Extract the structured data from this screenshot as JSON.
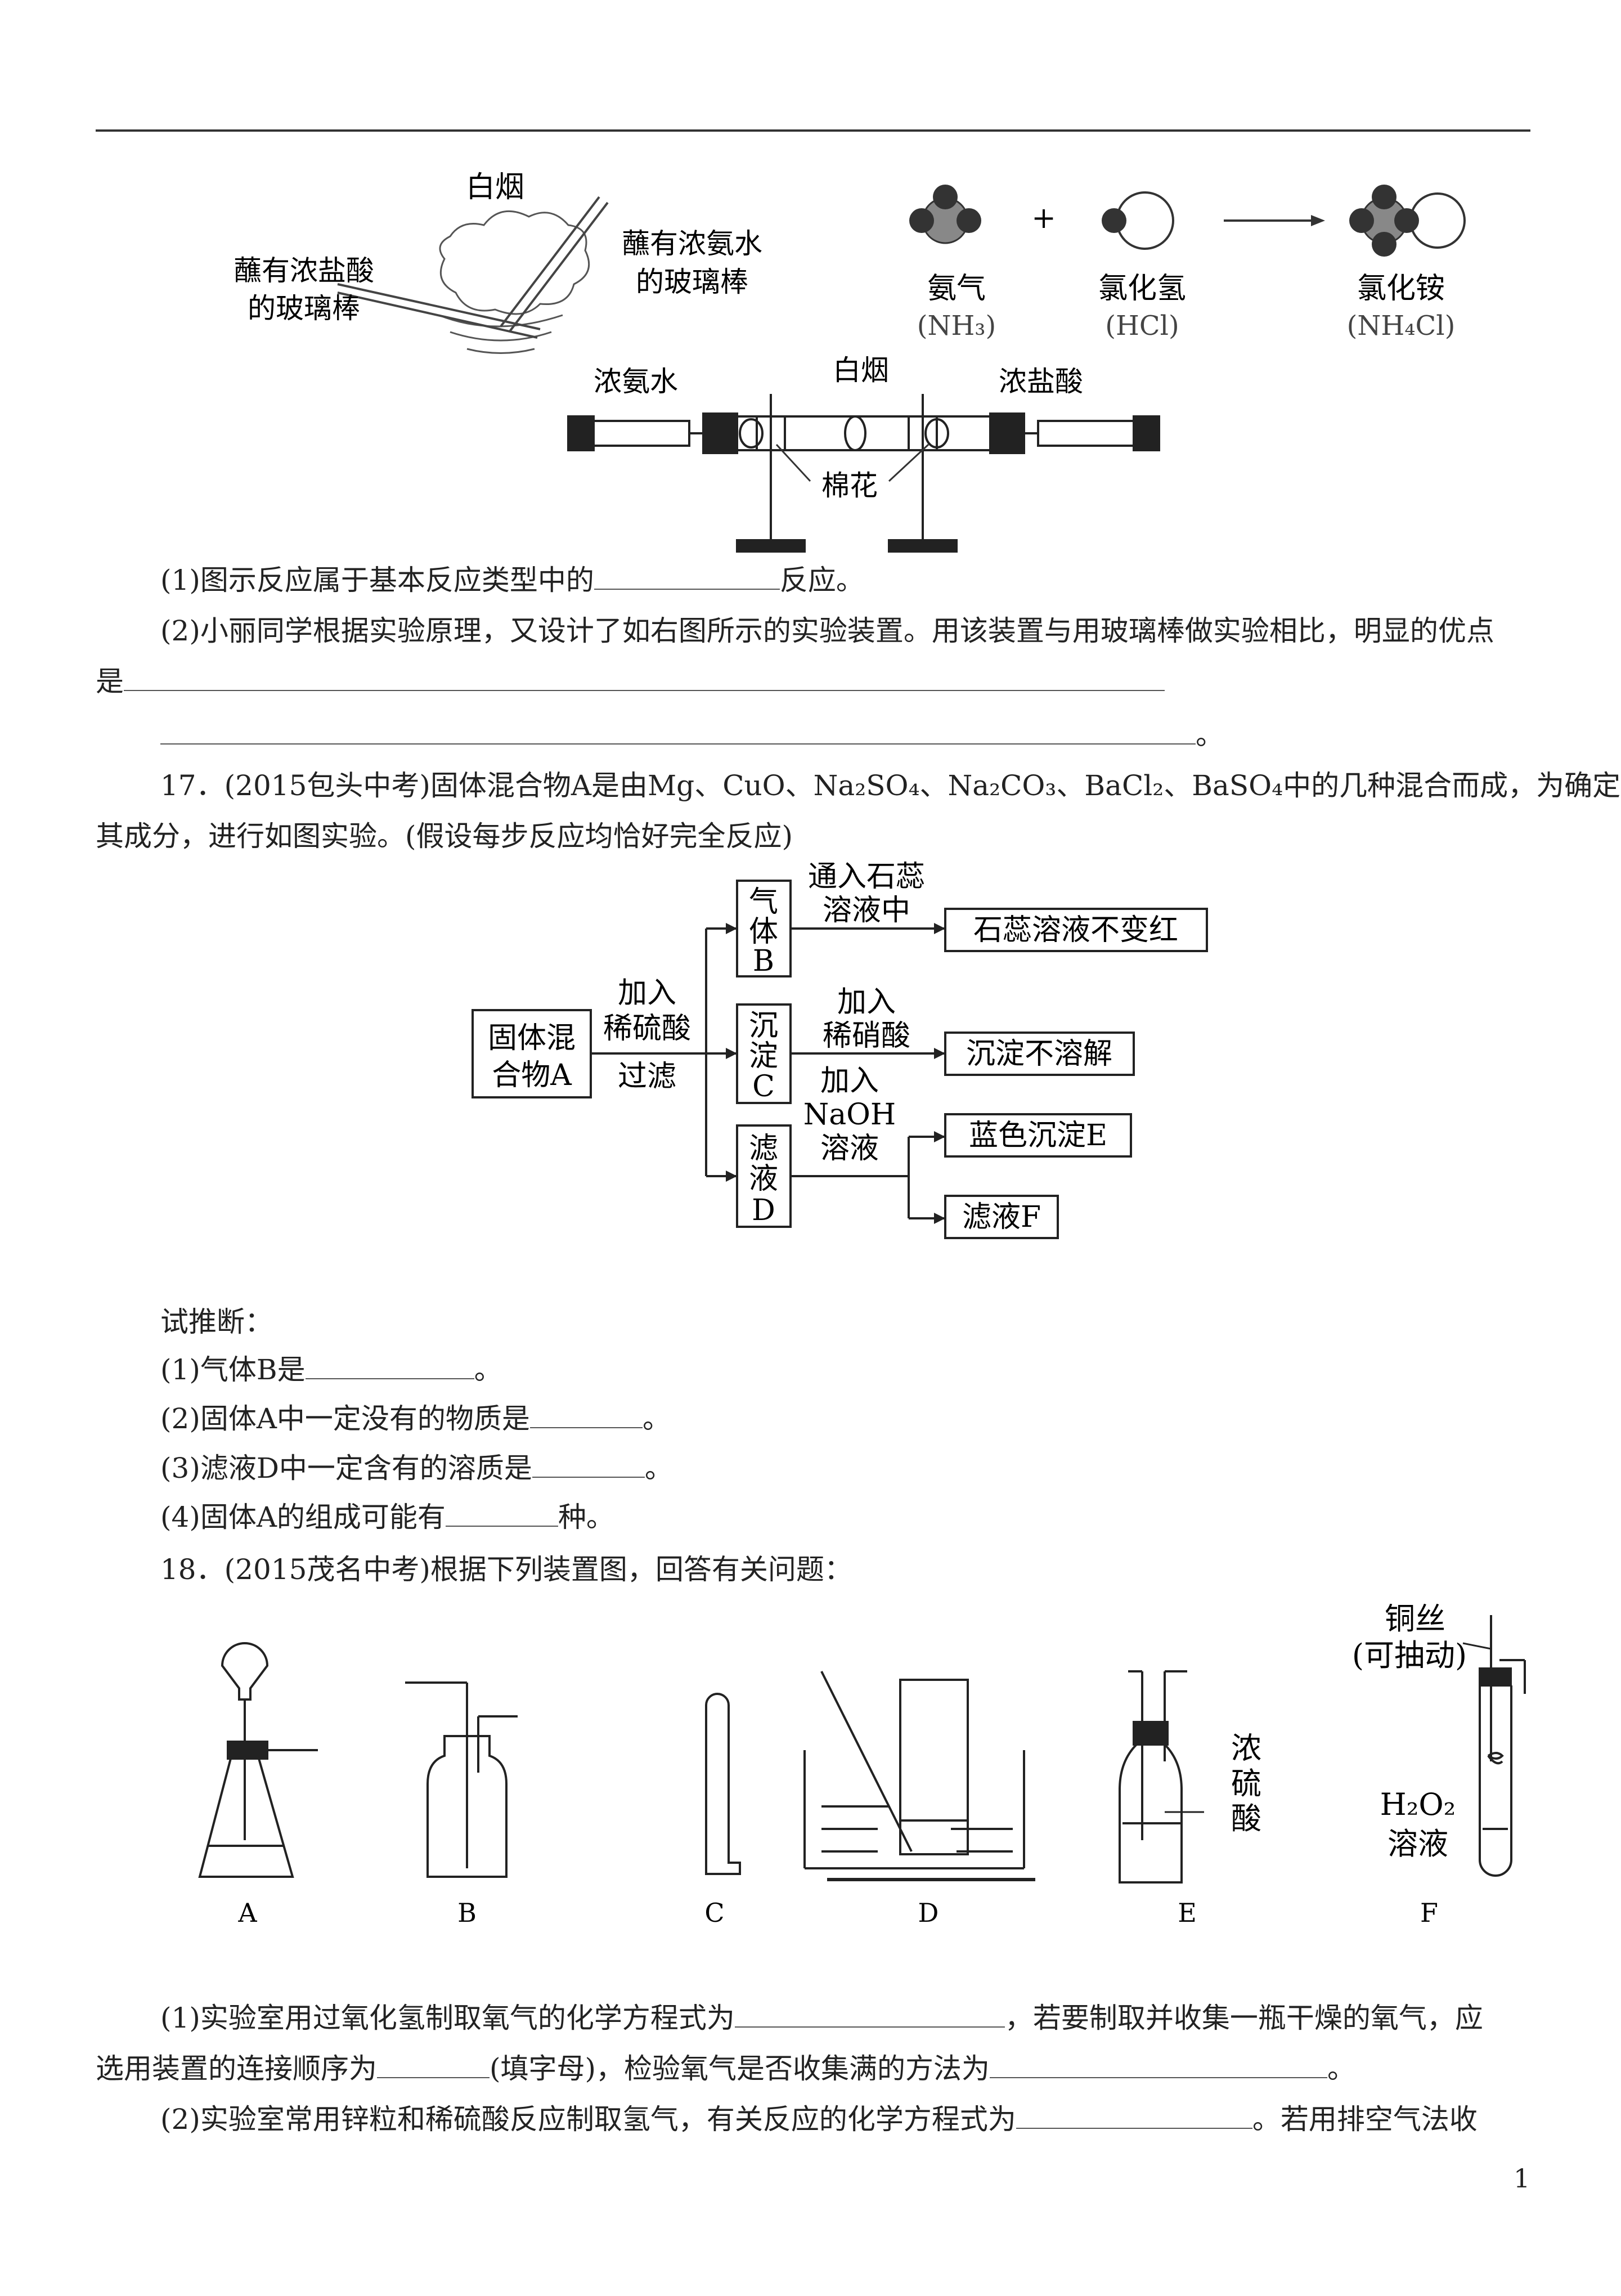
{
  "fig1": {
    "smoke": "白烟",
    "rod_hcl_1": "蘸有浓盐酸",
    "rod_hcl_2": "的玻璃棒",
    "rod_nh3_1": "蘸有浓氨水",
    "rod_nh3_2": "的玻璃棒",
    "plus": "+",
    "nh3_name": "氨气",
    "nh3_formula": "(NH₃)",
    "hcl_name": "氯化氢",
    "hcl_formula": "(HCl)",
    "nh4cl_name": "氯化铵",
    "nh4cl_formula": "(NH₄Cl)",
    "apparatus_ammonia": "浓氨水",
    "apparatus_smoke": "白烟",
    "apparatus_hcl": "浓盐酸",
    "apparatus_cotton": "棉花"
  },
  "q16": {
    "p1_pre": "(1)图示反应属于基本反应类型中的",
    "p1_post": "反应。",
    "p2": "(2)小丽同学根据实验原理，又设计了如右图所示的实验装置。用该装置与用玻璃棒做实验相比，明显的优点",
    "p2_cont": "是",
    "p2_end": "。"
  },
  "q17": {
    "title_1": "17．(2015包头中考)固体混合物A是由Mg、CuO、Na₂SO₄、Na₂CO₃、BaCl₂、BaSO₄中的几种混合而成，为确定",
    "title_2": "其成分，进行如图实验。(假设每步反应均恰好完全反应)",
    "flow": {
      "start_1": "固体混",
      "start_2": "合物A",
      "add1_1": "加入",
      "add1_2": "稀硫酸",
      "add1_3": "过滤",
      "gas": [
        "气",
        "体",
        "B"
      ],
      "ppt": [
        "沉",
        "淀",
        "C"
      ],
      "filt": [
        "滤",
        "液",
        "D"
      ],
      "op_gas_1": "通入石蕊",
      "op_gas_2": "溶液中",
      "res_gas": "石蕊溶液不变红",
      "op_ppt_1": "加入",
      "op_ppt_2": "稀硝酸",
      "res_ppt": "沉淀不溶解",
      "op_filt_1": "加入",
      "op_filt_2": "NaOH",
      "op_filt_3": "溶液",
      "res_e": "蓝色沉淀E",
      "res_f": "滤液F"
    },
    "infer": "试推断：",
    "s1_pre": "(1)气体B是",
    "s1_post": "。",
    "s2_pre": "(2)固体A中一定没有的物质是",
    "s2_post": "。",
    "s3_pre": "(3)滤液D中一定含有的溶质是",
    "s3_post": "。",
    "s4_pre": "(4)固体A的组成可能有",
    "s4_post": "种。"
  },
  "q18": {
    "title": "18．(2015茂名中考)根据下列装置图，回答有关问题：",
    "labels": [
      "A",
      "B",
      "C",
      "D",
      "E",
      "F"
    ],
    "e_label": [
      "浓",
      "硫",
      "酸"
    ],
    "f_wire_1": "铜丝",
    "f_wire_2": "(可抽动)",
    "f_sol_1": "H₂O₂",
    "f_sol_2": "溶液",
    "p1_a": "(1)实验室用过氧化氢制取氧气的化学方程式为",
    "p1_b": "，若要制取并收集一瓶干燥的氧气，应",
    "p1_c": "选用装置的连接顺序为",
    "p1_d": "(填字母)，检验氧气是否收集满的方法为",
    "p1_e": "。",
    "p2_a": "(2)实验室常用锌粒和稀硫酸反应制取氢气，有关反应的化学方程式为",
    "p2_b": "。若用排空气法收"
  },
  "page_number": "1"
}
